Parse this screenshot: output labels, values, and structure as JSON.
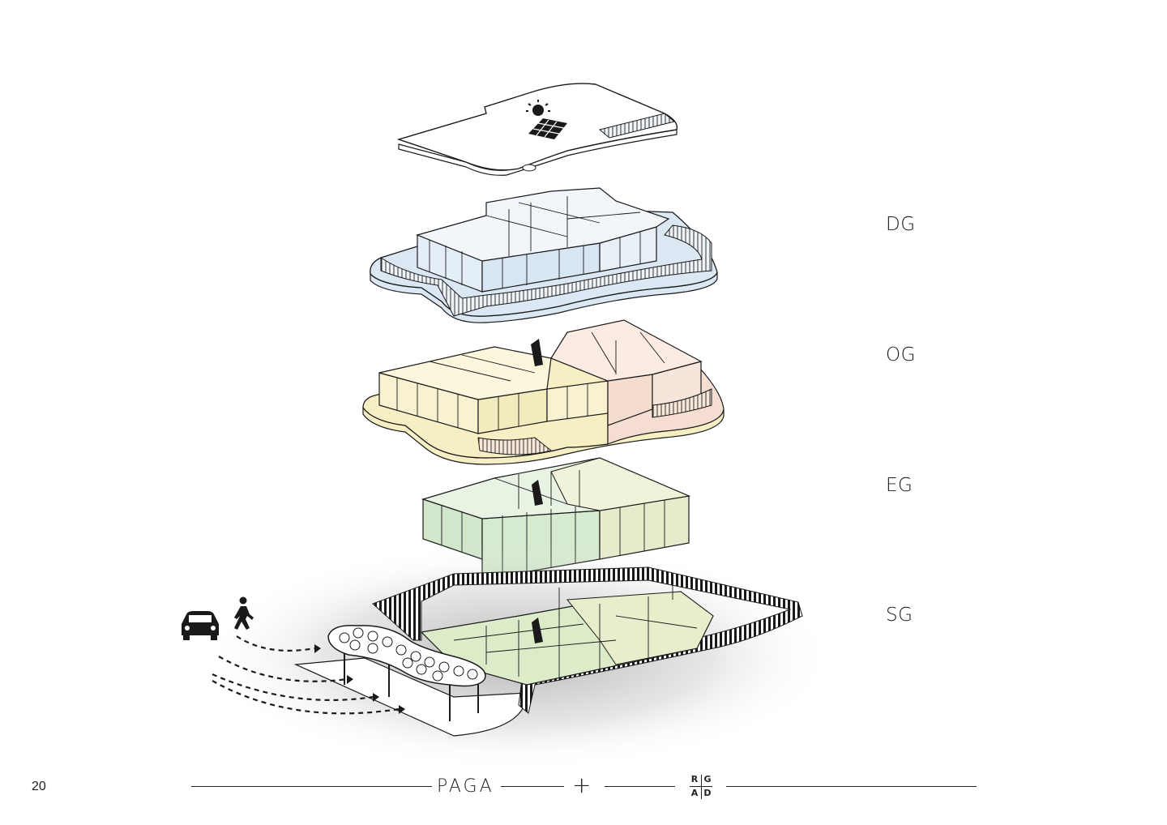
{
  "levels": {
    "dg": "DG",
    "og": "OG",
    "eg": "EG",
    "sg": "SG"
  },
  "page_number": "20",
  "footer": {
    "brand_left": "PAGA",
    "separator": "+",
    "brand_right": {
      "r": "R",
      "g": "G",
      "a": "A",
      "d": "D"
    }
  },
  "icons": {
    "roof": [
      "sun-icon",
      "solar-panel-icon"
    ],
    "access": [
      "car-icon",
      "pedestrian-icon"
    ]
  },
  "colors": {
    "dg_floor": "#dbe8f4",
    "og_left": "#f6efc4",
    "og_right": "#f6ddd2",
    "eg_left": "#d6ead0",
    "eg_right": "#e7ebcc",
    "sg_floor": "#dcebc8",
    "line": "#1a1a1a"
  }
}
